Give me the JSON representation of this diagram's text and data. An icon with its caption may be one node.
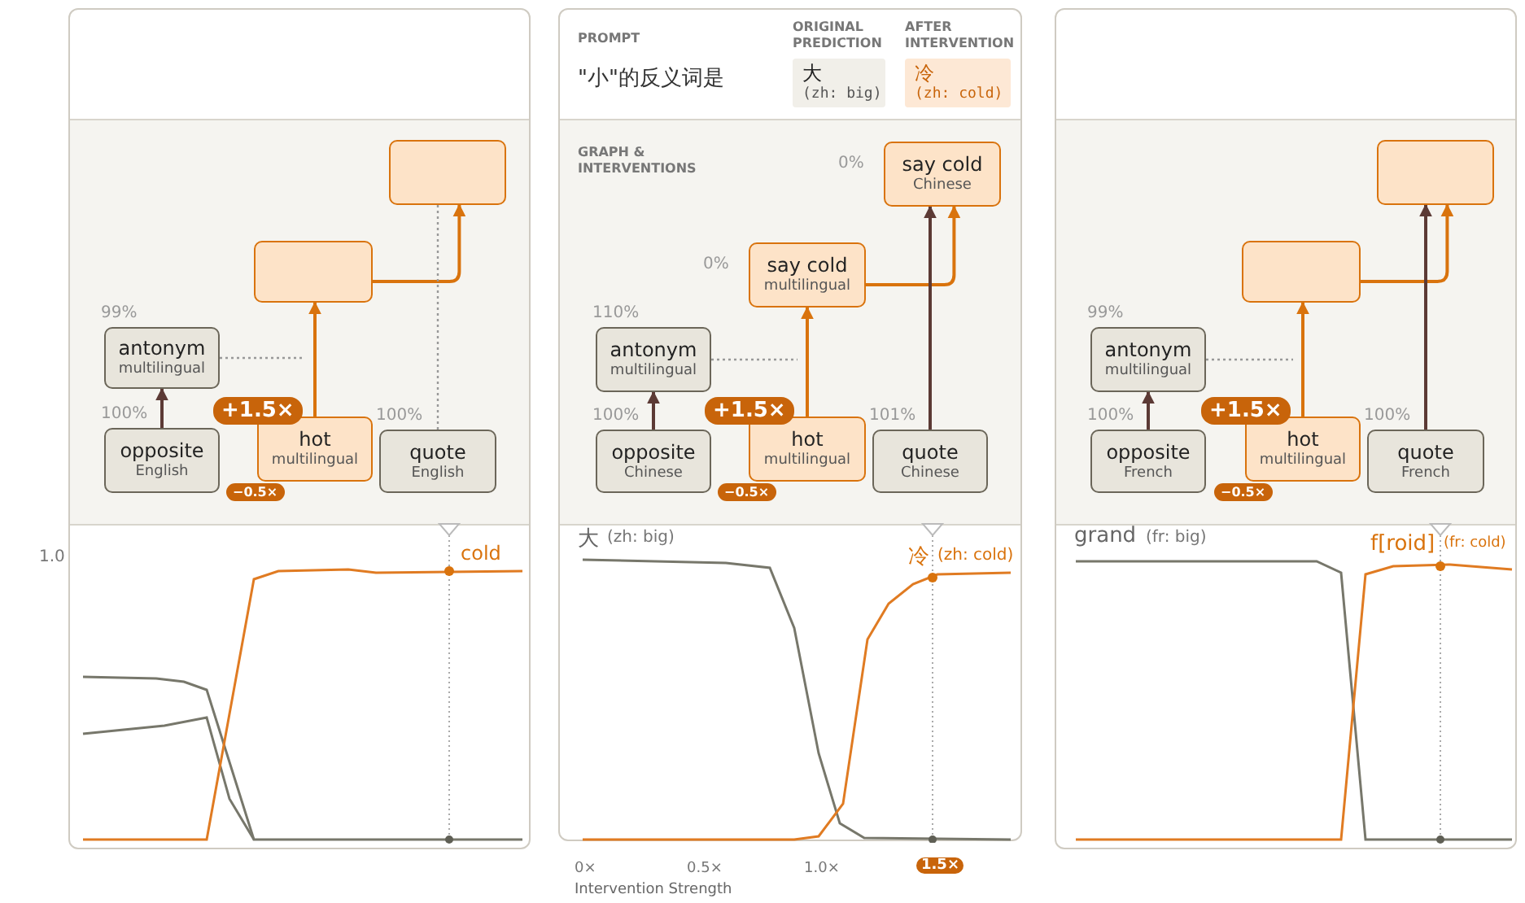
{
  "diagram": {
    "nodes": [
      {
        "text": [],
        "shape": "box"
      },
      {
        "text": [],
        "shape": "box",
        "in": 0
      },
      {
        "text": [],
        "shape": "box",
        "in": 0
      },
      {
        "text": [
          "antonym",
          "multilingual"
        ],
        "beside": [
          "99%"
        ],
        "in": 0
      },
      {
        "text": [
          "opposite",
          "English"
        ],
        "beside": [
          "100%"
        ],
        "in": 0
      },
      {
        "text": [
          "hot",
          "multilingual"
        ],
        "beside": [
          "+1.5×",
          "−0.5×"
        ],
        "in": 0
      },
      {
        "text": [
          "quote",
          "English"
        ],
        "beside": [
          "100%"
        ],
        "in": 0
      },
      {
        "text": [
          "PROMPT",
          "\"小\"的反义词是",
          "GRAPH & INTERVENTIONS"
        ]
      },
      {
        "text": [
          "大",
          "(zh: big)"
        ],
        "beside": [
          "ORIGINAL PREDICTION"
        ],
        "in": 7
      },
      {
        "text": [
          "冷",
          "(zh: cold)"
        ],
        "beside": [
          "AFTER INTERVENTION"
        ],
        "in": 7
      },
      {
        "text": [
          "say cold",
          "Chinese"
        ],
        "beside": [
          "0%"
        ],
        "in": 7
      },
      {
        "text": [
          "say cold",
          "multilingual"
        ],
        "beside": [
          "0%"
        ],
        "in": 7
      },
      {
        "text": [
          "antonym",
          "multilingual"
        ],
        "beside": [
          "110%"
        ],
        "in": 7
      },
      {
        "text": [
          "opposite",
          "Chinese"
        ],
        "beside": [
          "100%"
        ],
        "in": 7
      },
      {
        "text": [
          "hot",
          "multilingual"
        ],
        "beside": [
          "+1.5×",
          "−0.5×"
        ],
        "in": 7
      },
      {
        "text": [
          "quote",
          "Chinese"
        ],
        "beside": [
          "101%"
        ],
        "in": 7
      },
      {
        "text": [],
        "shape": "box"
      },
      {
        "text": [],
        "shape": "box",
        "in": 16
      },
      {
        "text": [],
        "shape": "box",
        "in": 16
      },
      {
        "text": [
          "antonym",
          "multilingual"
        ],
        "beside": [
          "99%"
        ],
        "in": 16
      },
      {
        "text": [
          "opposite",
          "French"
        ],
        "beside": [
          "100%"
        ],
        "in": 16
      },
      {
        "text": [
          "hot",
          "multilingual"
        ],
        "beside": [
          "+1.5×",
          "−0.5×"
        ],
        "in": 16
      },
      {
        "text": [
          "quote",
          "French"
        ],
        "beside": [
          "100%"
        ],
        "in": 16
      }
    ],
    "edges": [
      {
        "from": 4,
        "to": 3,
        "arrow": "to",
        "color": "#5c3a35"
      },
      {
        "from": 3,
        "to": null,
        "arrow": "none",
        "style": "dashed",
        "color": "#999999"
      },
      {
        "from": 5,
        "to": 2,
        "arrow": "to",
        "color": "#d9730d"
      },
      {
        "from": 2,
        "to": 1,
        "arrow": "to",
        "color": "#d9730d"
      },
      {
        "from": 6,
        "to": 1,
        "arrow": "none",
        "style": "dashed",
        "color": "#999999"
      },
      {
        "from": 13,
        "to": 12,
        "arrow": "to",
        "color": "#5c3a35"
      },
      {
        "from": 12,
        "to": null,
        "arrow": "none",
        "style": "dashed",
        "color": "#999999"
      },
      {
        "from": 14,
        "to": 11,
        "arrow": "to",
        "color": "#d9730d"
      },
      {
        "from": 11,
        "to": 10,
        "arrow": "to",
        "color": "#d9730d"
      },
      {
        "from": 15,
        "to": 10,
        "arrow": "to",
        "color": "#5c3a35"
      },
      {
        "from": 20,
        "to": 19,
        "arrow": "to",
        "color": "#5c3a35"
      },
      {
        "from": 19,
        "to": null,
        "arrow": "none",
        "style": "dashed",
        "color": "#999999"
      },
      {
        "from": 21,
        "to": 18,
        "arrow": "to",
        "color": "#d9730d"
      },
      {
        "from": 18,
        "to": 17,
        "arrow": "to",
        "color": "#d9730d"
      },
      {
        "from": 22,
        "to": 17,
        "arrow": "to",
        "color": "#5c3a35"
      }
    ],
    "labels": [
      "1.0",
      "cold",
      "大",
      "(zh: big)",
      "冷",
      "(zh: cold)",
      "0×",
      "0.5×",
      "1.0×",
      "1.5×",
      "Intervention Strength",
      "grand",
      "(fr: big)",
      "f[roid]",
      "(fr: cold)"
    ]
  }
}
